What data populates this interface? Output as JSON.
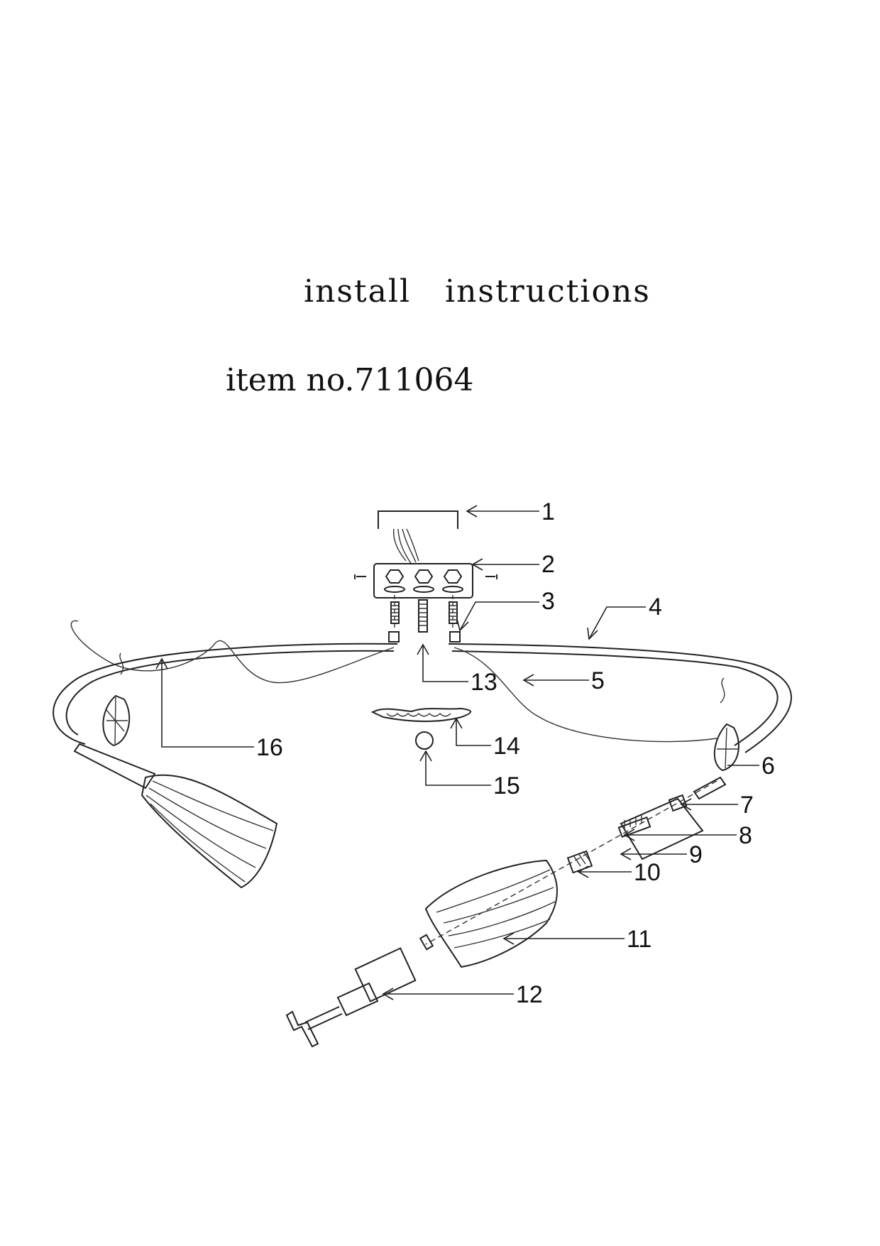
{
  "document": {
    "title": "install   instructions",
    "item_line": "item no.711064"
  },
  "callouts": [
    "1",
    "2",
    "3",
    "4",
    "5",
    "6",
    "7",
    "8",
    "9",
    "10",
    "11",
    "12",
    "13",
    "14",
    "15",
    "16"
  ]
}
